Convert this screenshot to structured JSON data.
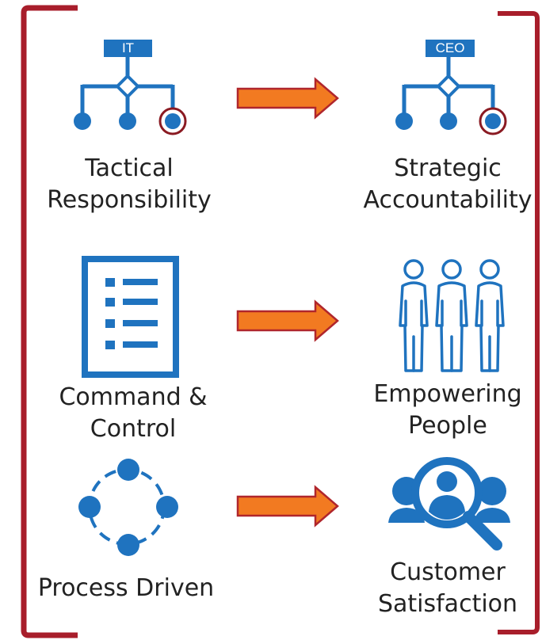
{
  "colors": {
    "bracket": "#a81e2b",
    "icon_blue": "#1f73bf",
    "arrow_fill": "#f27a21",
    "arrow_stroke": "#b0262c",
    "text": "#222222"
  },
  "rows": [
    {
      "from": {
        "icon": "org-chart-icon",
        "tag": "IT",
        "lines": [
          "Tactical",
          "Responsibility"
        ]
      },
      "to": {
        "icon": "org-chart-icon",
        "tag": "CEO",
        "lines": [
          "Strategic",
          "Accountability"
        ]
      }
    },
    {
      "from": {
        "icon": "checklist-icon",
        "lines": [
          "Command &",
          "Control"
        ]
      },
      "to": {
        "icon": "people-group-icon",
        "lines": [
          "Empowering",
          "People"
        ]
      }
    },
    {
      "from": {
        "icon": "process-cycle-icon",
        "lines": [
          "Process Driven"
        ]
      },
      "to": {
        "icon": "customer-search-icon",
        "lines": [
          "Customer",
          "Satisfaction"
        ]
      }
    }
  ]
}
